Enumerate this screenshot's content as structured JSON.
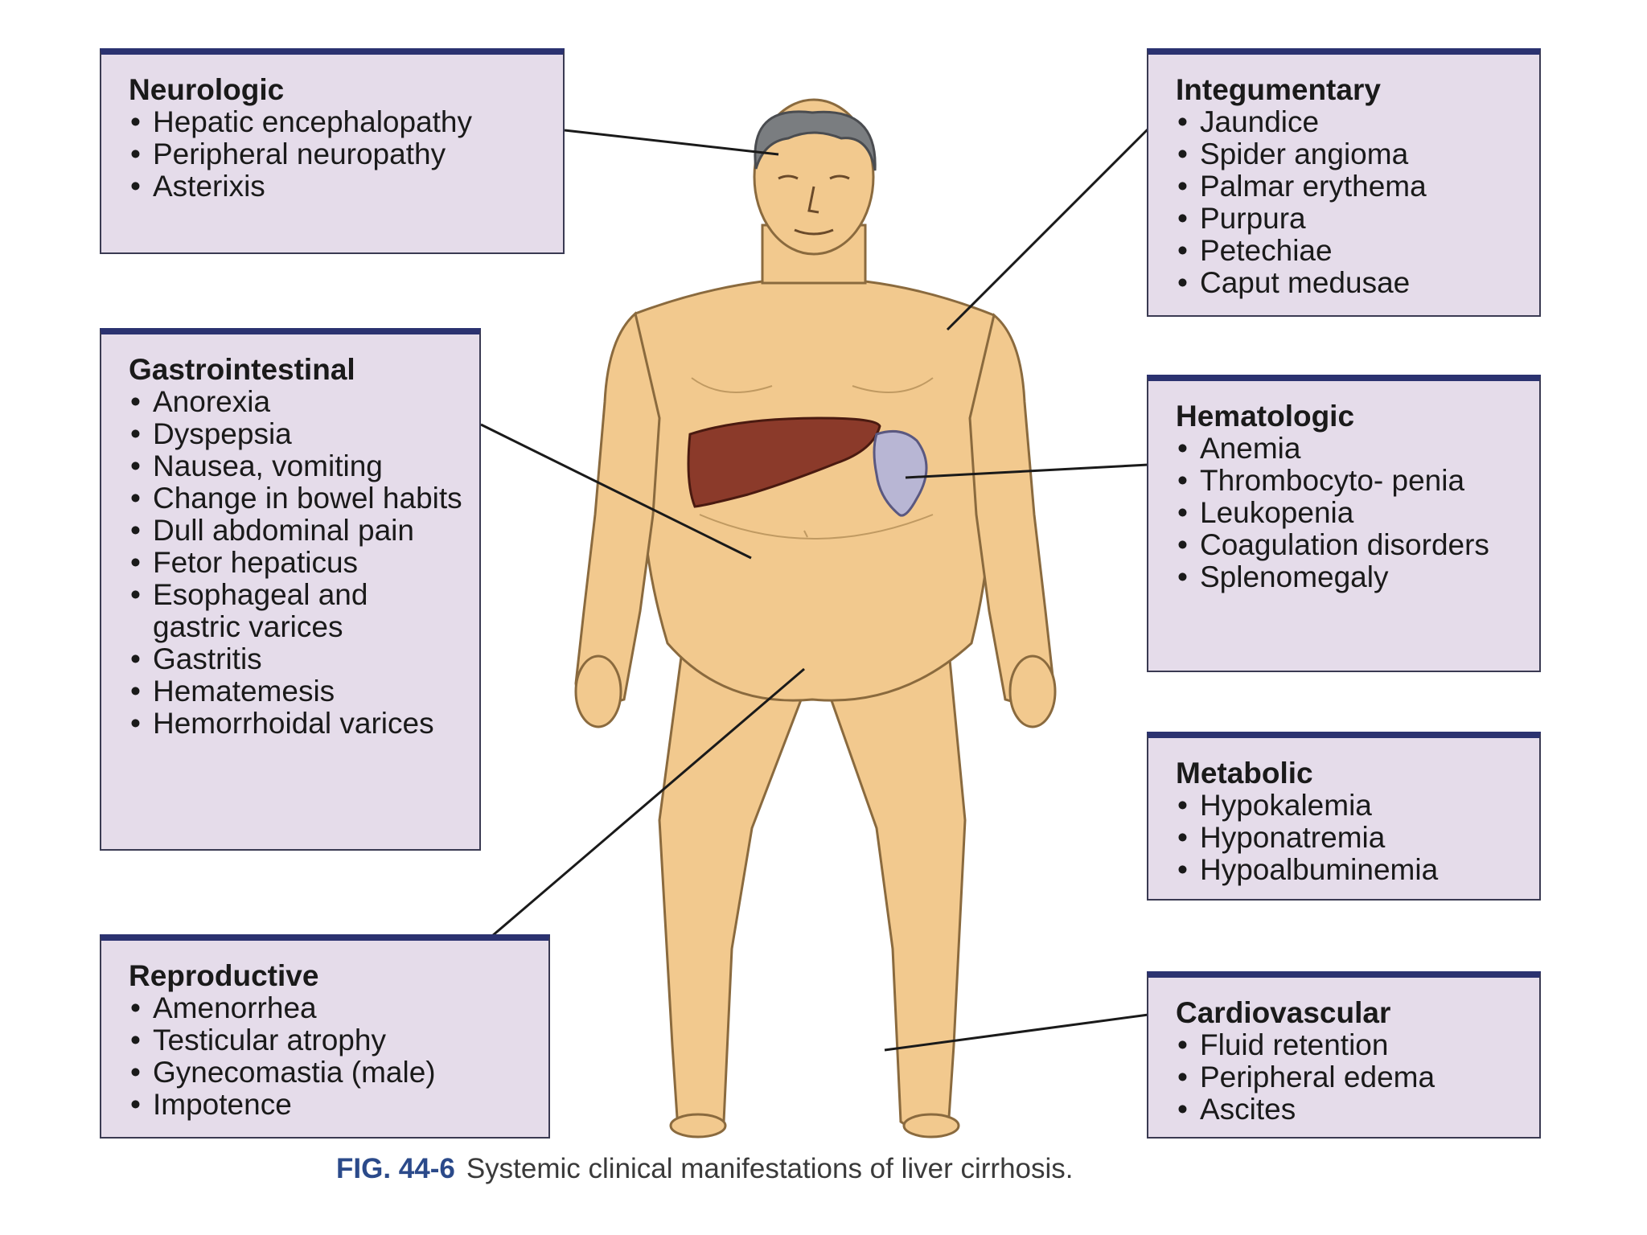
{
  "caption": {
    "figure_label": "FIG. 44-6",
    "text": "Systemic clinical manifestations of liver cirrhosis."
  },
  "colors": {
    "box_fill": "#e5dcea",
    "box_top_border": "#2b3270",
    "skin": "#f2c98e",
    "hair": "#7a7d80",
    "liver": "#8b3a2a",
    "spleen": "#b8b6d4",
    "caption_label": "#2b4a8a"
  },
  "groups": {
    "neurologic": {
      "title": "Neurologic",
      "items": [
        "Hepatic encephalopathy",
        "Peripheral neuropathy",
        "Asterixis"
      ]
    },
    "gastrointestinal": {
      "title": "Gastrointestinal",
      "items": [
        "Anorexia",
        "Dyspepsia",
        "Nausea, vomiting",
        "Change in bowel habits",
        "Dull abdominal pain",
        "Fetor hepaticus",
        "Esophageal and gastric varices",
        "Gastritis",
        "Hematemesis",
        "Hemorrhoidal varices"
      ]
    },
    "reproductive": {
      "title": "Reproductive",
      "items": [
        "Amenorrhea",
        "Testicular atrophy",
        "Gynecomastia (male)",
        "Impotence"
      ]
    },
    "integumentary": {
      "title": "Integumentary",
      "items": [
        "Jaundice",
        "Spider angioma",
        "Palmar erythema",
        "Purpura",
        "Petechiae",
        "Caput medusae"
      ]
    },
    "hematologic": {
      "title": "Hematologic",
      "items": [
        "Anemia",
        "Thrombocyto- penia",
        "Leukopenia",
        "Coagulation disorders",
        "Splenomegaly"
      ]
    },
    "metabolic": {
      "title": "Metabolic",
      "items": [
        "Hypokalemia",
        "Hyponatremia",
        "Hypoalbuminemia"
      ]
    },
    "cardiovascular": {
      "title": "Cardiovascular",
      "items": [
        "Fluid retention",
        "Peripheral edema",
        "Ascites"
      ]
    }
  }
}
